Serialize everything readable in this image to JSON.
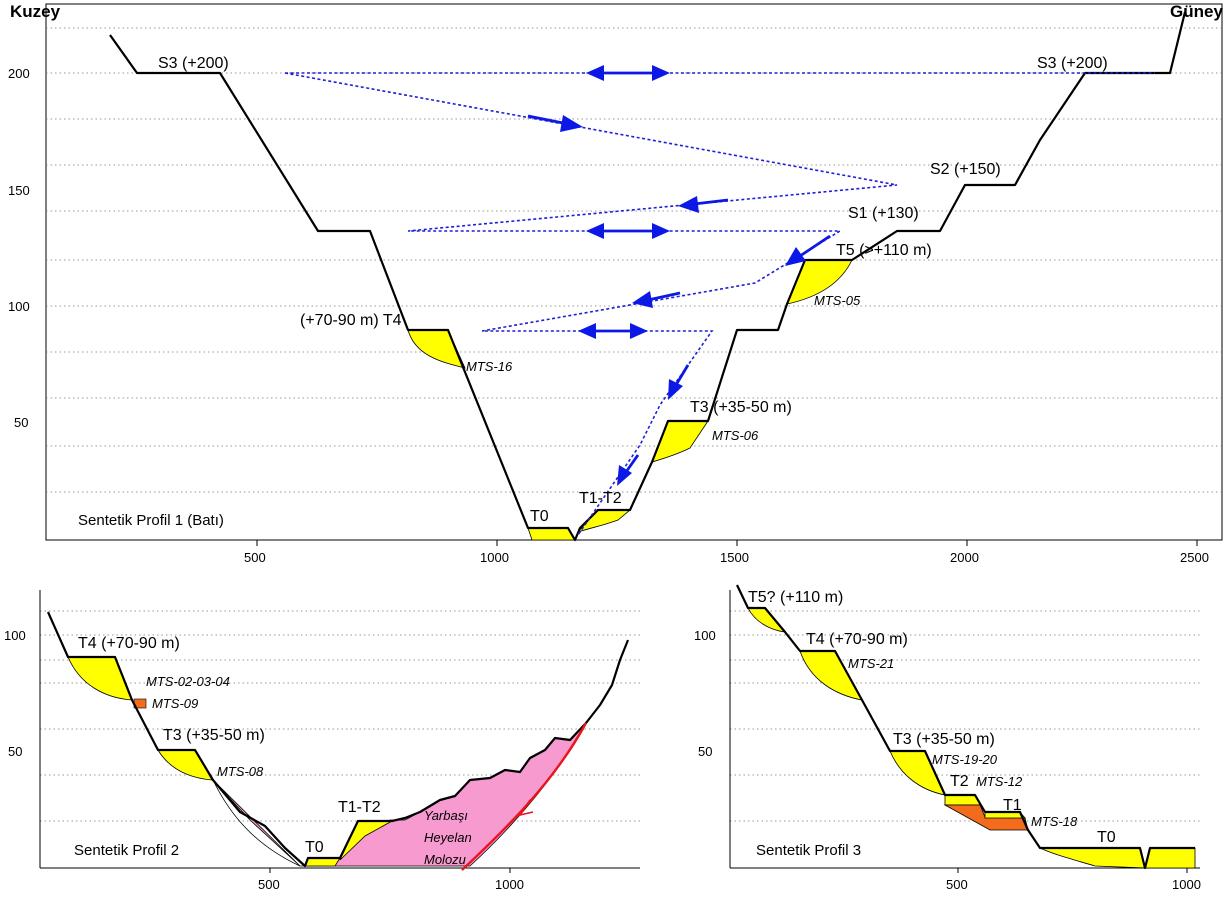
{
  "header": {
    "north": "Kuzey",
    "south": "Güney"
  },
  "profile1": {
    "title": "Sentetik Profil 1 (Batı)",
    "x_ticks": [
      "500",
      "1000",
      "1500",
      "2000",
      "2500"
    ],
    "y_ticks": [
      "200",
      "150",
      "100",
      "50"
    ],
    "labels": {
      "s3_left": "S3 (+200)",
      "s3_right": "S3 (+200)",
      "s2": "S2 (+150)",
      "s1": "S1 (+130)",
      "t5": "T5 (>+110 m)",
      "t4": "(+70-90 m) T4",
      "t3": "T3 (+35-50 m)",
      "t1t2": "T1-T2",
      "t0": "T0"
    },
    "samples": {
      "mts05": "MTS-05",
      "mts16": "MTS-16",
      "mts06": "MTS-06"
    }
  },
  "profile2": {
    "title": "Sentetik Profil 2",
    "x_ticks": [
      "500",
      "1000"
    ],
    "y_ticks": [
      "100",
      "50"
    ],
    "labels": {
      "t4": "T4  (+70-90 m)",
      "t3": "T3  (+35-50 m)",
      "t1t2": "T1-T2",
      "t0": "T0"
    },
    "samples": {
      "mts020304": "MTS-02-03-04",
      "mts09": "MTS-09",
      "mts08": "MTS-08"
    },
    "landslide": [
      "Yarbaşı",
      "Heyelan",
      "Molozu"
    ]
  },
  "profile3": {
    "title": "Sentetik Profil 3",
    "x_ticks": [
      "500",
      "1000"
    ],
    "y_ticks": [
      "100",
      "50"
    ],
    "labels": {
      "t5": "T5?  (+110 m)",
      "t4": "T4  (+70-90 m)",
      "t3": "T3 (+35-50 m)",
      "t2": "T2",
      "t1": "T1",
      "t0": "T0"
    },
    "samples": {
      "mts21": "MTS-21",
      "mts1920": "MTS-19-20",
      "mts12": "MTS-12",
      "mts18": "MTS-18"
    }
  },
  "colors": {
    "terrace": "#ffff00",
    "landslide": "#f79acf",
    "sample_box": "#f26c1c",
    "flow": "#1f1fd8",
    "fault": "#e8141e"
  }
}
